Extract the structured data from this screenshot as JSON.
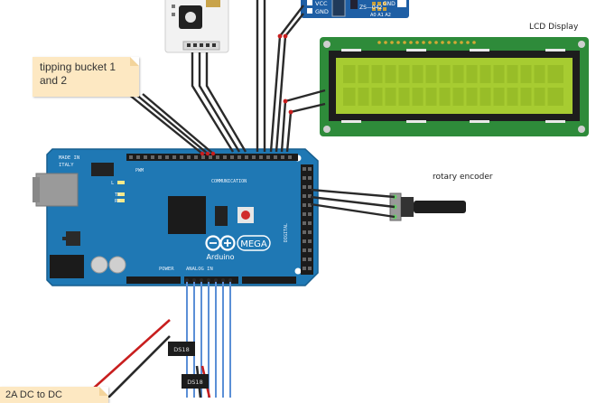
{
  "labels": {
    "lcd": "LCD Display",
    "rotary": "rotary encoder",
    "bucket_note": "tipping bucket 1 and 2",
    "power_note": "2A DC to DC"
  },
  "arduino": {
    "made_in_1": "MADE IN",
    "made_in_2": "ITALY",
    "brand": "Arduino",
    "model": "MEGA",
    "communication": "COMMUNICATION",
    "pwm": "PWM",
    "tx": "TX",
    "rx": "RX",
    "l": "L",
    "power": "POWER",
    "analog_in": "ANALOG IN",
    "digital": "DIGITAL"
  },
  "rtc_module": {
    "vcc": "VCC",
    "gnd": "GND",
    "gnd_top": "GND",
    "chip": "ZS—042",
    "addr": "A0 A1 A2"
  },
  "chips": {
    "chip1": "DS18",
    "chip2": "DS18"
  },
  "colors": {
    "board": "#1f78b4",
    "lcd_green": "#a7cc31",
    "lcd_pcb": "#2e8b3a",
    "wire_black": "#2a2a2a",
    "wire_red": "#c81e1e",
    "wire_blue": "#5b8fd6",
    "note": "#fde8c2"
  }
}
